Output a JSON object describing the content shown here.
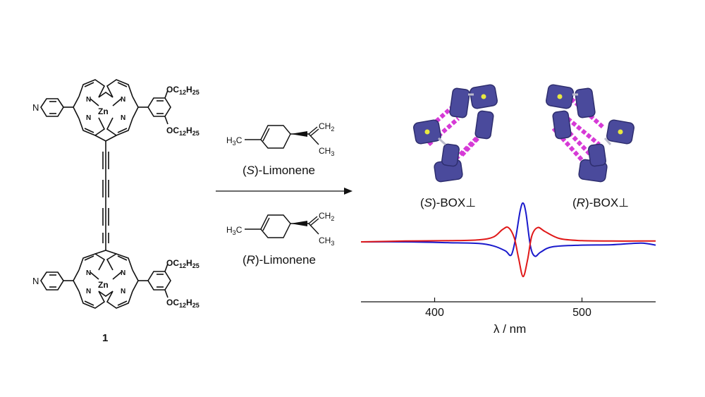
{
  "molecule": {
    "compound_number": "1",
    "metal_label": "Zn",
    "pyridine_n": "N",
    "ring_n": "N",
    "alkoxy": "OC12H25",
    "alkoxy_main": "OC",
    "alkoxy_sub1": "12",
    "alkoxy_mid": "H",
    "alkoxy_sub2": "25"
  },
  "reagents": {
    "top": {
      "name_open": "(",
      "name_italic": "S",
      "name_rest": ")-Limonene",
      "methyl": "H3C",
      "methyl_main": "H",
      "methyl_sub": "3",
      "methyl_c": "C",
      "ch2_main": "CH",
      "ch2_sub": "2",
      "ch3_main": "CH",
      "ch3_sub": "3"
    },
    "bottom": {
      "name_open": "(",
      "name_italic": "R",
      "name_rest": ")-Limonene",
      "methyl": "H3C",
      "methyl_main": "H",
      "methyl_sub": "3",
      "methyl_c": "C",
      "ch2_main": "CH",
      "ch2_sub": "2",
      "ch3_main": "CH",
      "ch3_sub": "3"
    }
  },
  "products": {
    "left": {
      "open": "(",
      "italic": "S",
      "rest": ")-BOX",
      "symbol": "⊥"
    },
    "right": {
      "open": "(",
      "italic": "R",
      "rest": ")-BOX",
      "symbol": "⊥"
    }
  },
  "colors": {
    "box_body": "#4a4a9c",
    "box_dark": "#2e2e6e",
    "linker": "#d63ad6",
    "s_curve": "#1a1acc",
    "r_curve": "#e01818",
    "ink": "#111111"
  },
  "chart_data": {
    "type": "line",
    "title": "",
    "xlabel": "λ / nm",
    "ylabel": "",
    "xlim": [
      350,
      550
    ],
    "ticks": [
      400,
      500
    ],
    "tick_labels": [
      "400",
      "500"
    ],
    "series": [
      {
        "color": "blue",
        "x": [
          350,
          380,
          410,
          430,
          440,
          448,
          452,
          455,
          458,
          460,
          462,
          465,
          468,
          472,
          480,
          500,
          520,
          540,
          550
        ],
        "y": [
          0.0,
          0.0,
          -0.02,
          -0.04,
          -0.1,
          -0.22,
          -0.32,
          0.1,
          0.75,
          0.95,
          0.7,
          -0.1,
          -0.35,
          -0.25,
          -0.12,
          -0.08,
          -0.07,
          -0.03,
          -0.08
        ]
      },
      {
        "color": "red",
        "x": [
          350,
          380,
          410,
          430,
          440,
          446,
          450,
          454,
          457,
          460,
          463,
          466,
          470,
          475,
          485,
          500,
          520,
          540,
          550
        ],
        "y": [
          0.0,
          0.02,
          0.03,
          0.05,
          0.12,
          0.3,
          0.35,
          0.1,
          -0.4,
          -0.85,
          -0.45,
          0.15,
          0.35,
          0.25,
          0.08,
          0.03,
          0.02,
          0.02,
          0.02
        ]
      }
    ]
  }
}
